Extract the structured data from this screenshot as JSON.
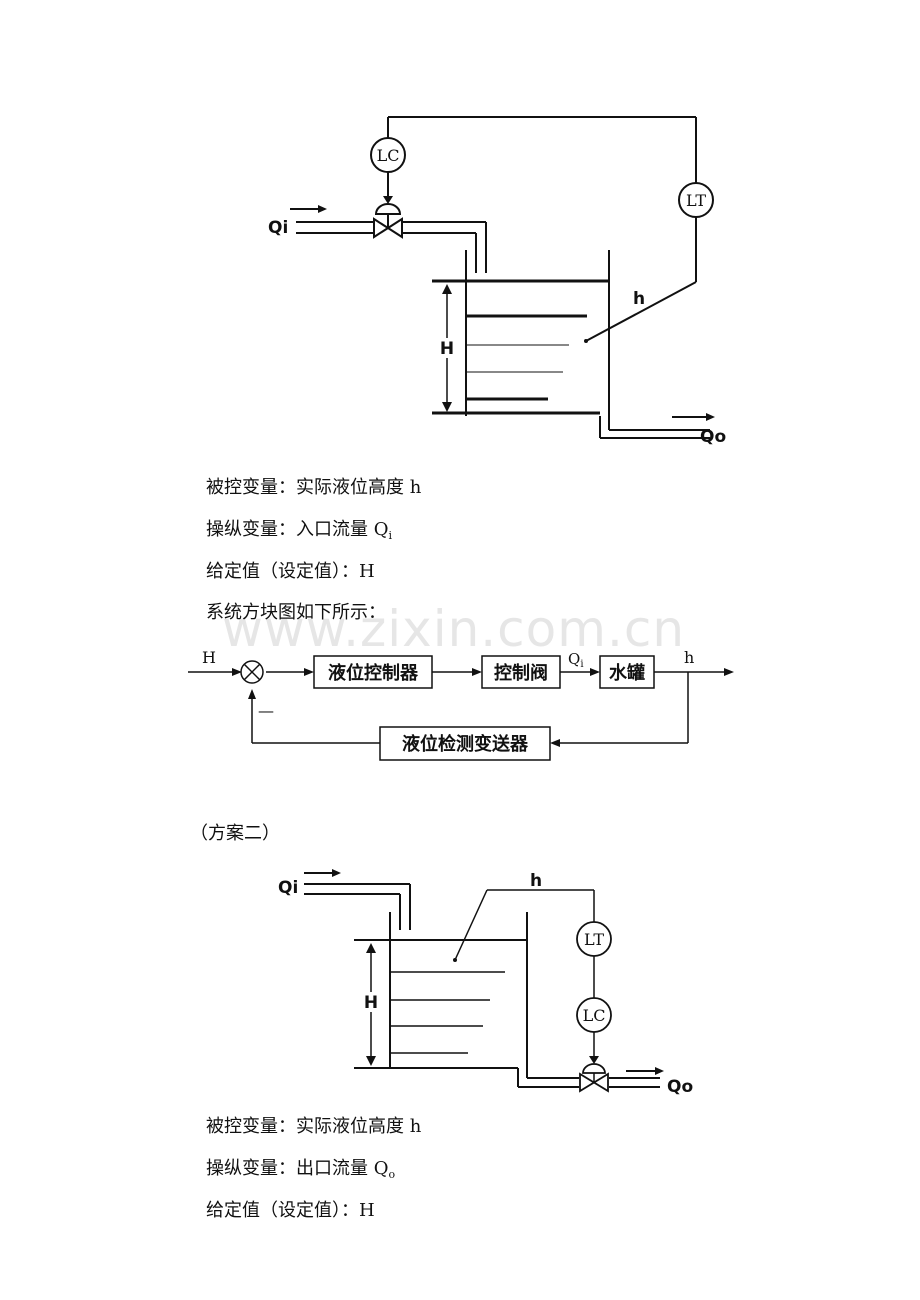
{
  "scheme1": {
    "diagram": {
      "lc": "LC",
      "lt": "LT",
      "qi": "Qi",
      "qo": "Qo",
      "h": "h",
      "H": "H"
    },
    "controlled_label": "被控变量：实际液位高度 h",
    "manipulated_label": "操纵变量：入口流量 Q",
    "manipulated_sub": "i",
    "setpoint_label": "给定值（设定值）：H",
    "block_intro": "系统方块图如下所示："
  },
  "block_diagram": {
    "input": "H",
    "minus": "—",
    "controller": "液位控制器",
    "valve": "控制阀",
    "signal": "Q",
    "signal_sub": "i",
    "tank": "水罐",
    "output": "h",
    "feedback": "液位检测变送器"
  },
  "scheme2": {
    "title": "（方案二）",
    "diagram": {
      "qi": "Qi",
      "h": "h",
      "lt": "LT",
      "lc": "LC",
      "H": "H",
      "qo": "Qo"
    },
    "controlled_label": "被控变量：实际液位高度 h",
    "manipulated_label": "操纵变量：出口流量 Q",
    "manipulated_sub": "o",
    "setpoint_label": "给定值（设定值）：H"
  },
  "watermark": "www.zixin.com.cn"
}
